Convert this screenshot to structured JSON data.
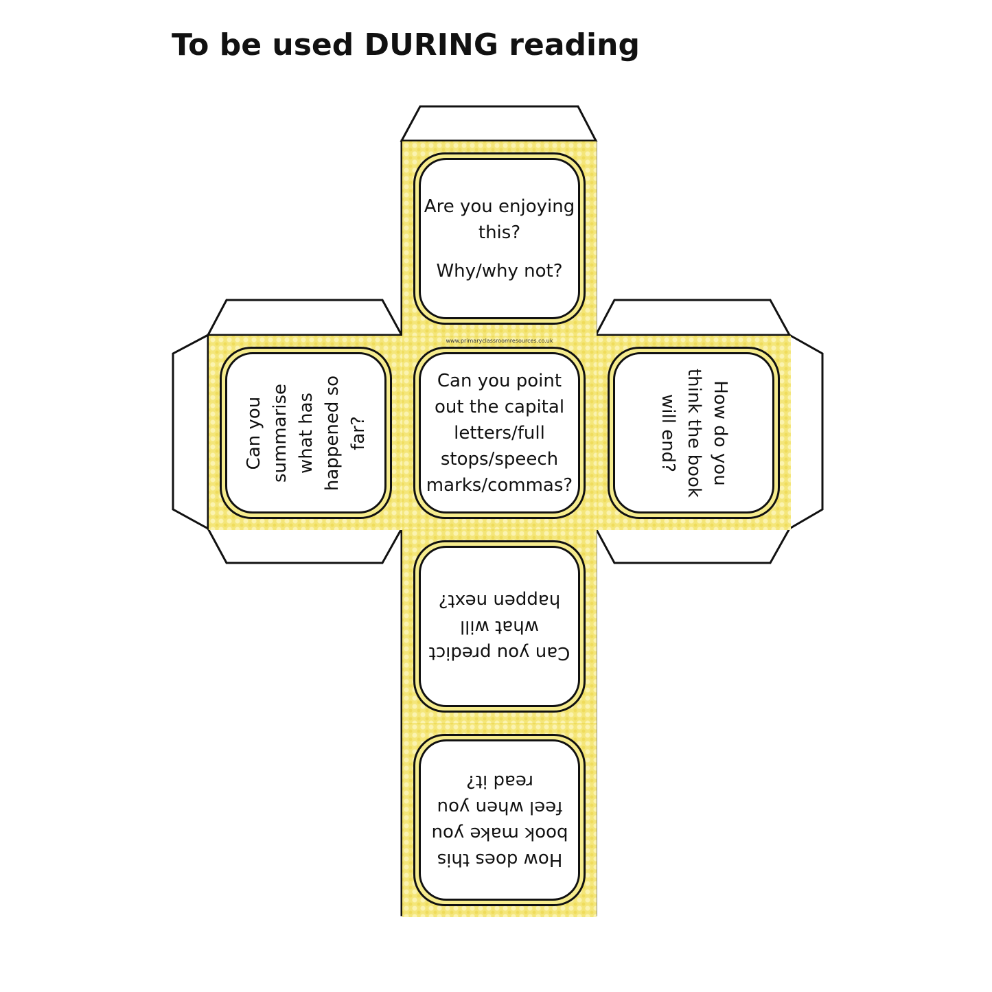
{
  "title": "To be used DURING reading",
  "watermark": "www.primaryclassroomresources.co.uk",
  "faces": {
    "top": {
      "line1": "Are you enjoying this?",
      "line2": "Why/why not?"
    },
    "left": {
      "text": "Can you summarise what has happened so far?"
    },
    "center": {
      "text": "Can you point out the capital letters/full stops/speech marks/commas?"
    },
    "right": {
      "text": "How do you think the book will end?"
    },
    "below": {
      "text": "Can you predict what will happen next?"
    },
    "bottom": {
      "text": "How does this book make you feel when you read it?"
    }
  },
  "colors": {
    "face": "#f4e67a",
    "outline": "#111111"
  }
}
